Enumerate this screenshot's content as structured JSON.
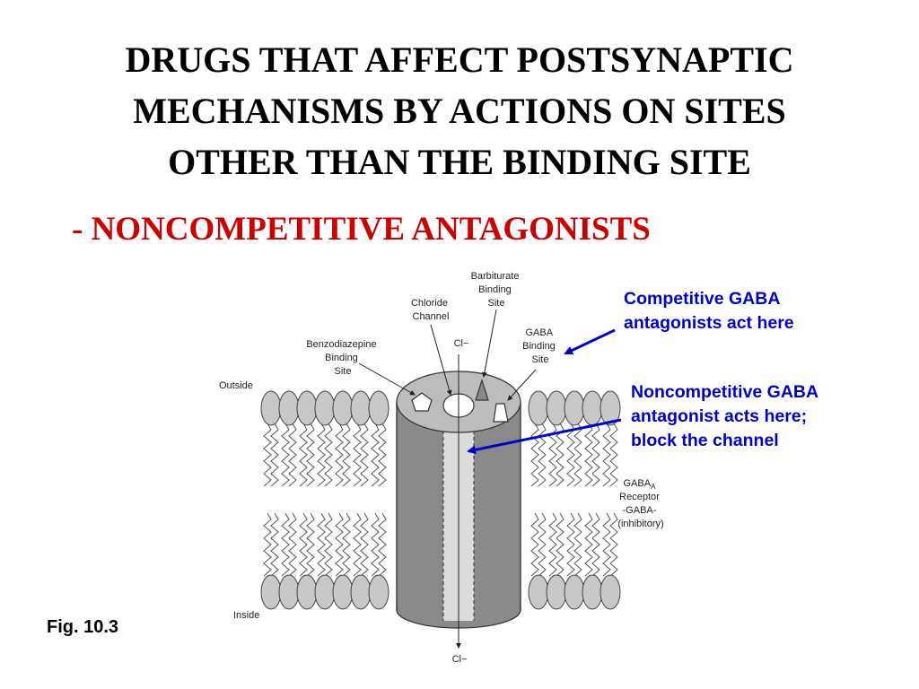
{
  "slide": {
    "title_lines": [
      "DRUGS THAT AFFECT POSTSYNAPTIC",
      "MECHANISMS BY ACTIONS ON SITES",
      "OTHER THAN THE BINDING SITE"
    ],
    "subtitle": "- NONCOMPETITIVE ANTAGONISTS",
    "figure_caption": "Fig. 10.3",
    "annotation_competitive": [
      "Competitive GABA",
      "antagonists act here"
    ],
    "annotation_noncompetitive": [
      "Noncompetitive GABA",
      "antagonist acts here;",
      "block the channel"
    ]
  },
  "diagram": {
    "barbiturate_label": [
      "Barbiturate",
      "Binding",
      "Site"
    ],
    "chloride_label": [
      "Chloride",
      "Channel"
    ],
    "gaba_label": [
      "GABA",
      "Binding",
      "Site"
    ],
    "benzo_label": [
      "Benzodiazepine",
      "Binding",
      "Site"
    ],
    "cl_top": "Cl−",
    "cl_bottom": "Cl−",
    "outside": "Outside",
    "inside": "Inside",
    "receptor_label": [
      "GABA",
      "A",
      "Receptor",
      "-GABA-",
      "(inhibitory)"
    ]
  },
  "colors": {
    "title": "#000000",
    "subtitle": "#cc0000",
    "annotation": "#0000cc",
    "lipid": "#c8c8c8",
    "cylinder": "#8a8a8a"
  }
}
